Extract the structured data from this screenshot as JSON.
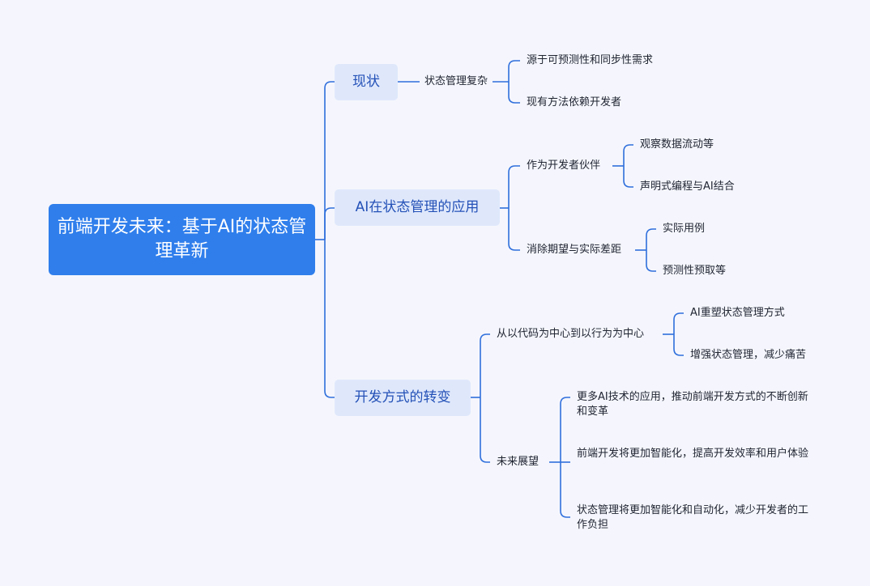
{
  "root": {
    "title": "前端开发未来：基于AI的状态管理革新"
  },
  "branches": [
    {
      "label": "现状",
      "children": [
        {
          "label": "状态管理复杂",
          "children": [
            "源于可预测性和同步性需求",
            "现有方法依赖开发者"
          ]
        }
      ]
    },
    {
      "label": "AI在状态管理的应用",
      "children": [
        {
          "label": "作为开发者伙伴",
          "children": [
            "观察数据流动等",
            "声明式编程与AI结合"
          ]
        },
        {
          "label": "消除期望与实际差距",
          "children": [
            "实际用例",
            "预测性预取等"
          ]
        }
      ]
    },
    {
      "label": "开发方式的转变",
      "children": [
        {
          "label": "从以代码为中心到以行为为中心",
          "children": [
            "AI重塑状态管理方式",
            "增强状态管理，减少痛苦"
          ]
        },
        {
          "label": "未来展望",
          "children": [
            "更多AI技术的应用，推动前端开发方式的不断创新和变革",
            "前端开发将更加智能化，提高开发效率和用户体验",
            "状态管理将更加智能化和自动化，减少开发者的工作负担"
          ]
        }
      ]
    }
  ],
  "colors": {
    "background": "#f5f6fd",
    "root_fill": "#2f7eec",
    "branch_fill": "#dfe8fb",
    "line": "#2f6fdc",
    "branch_text": "#2451b7"
  }
}
